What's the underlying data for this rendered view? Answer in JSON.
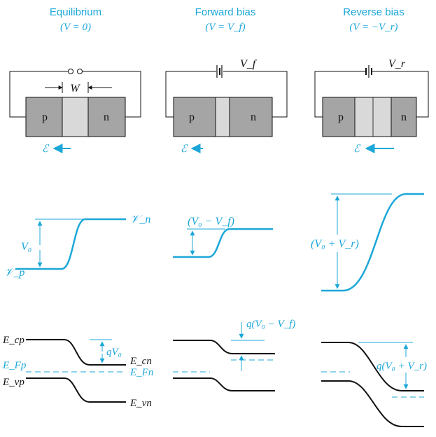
{
  "colors": {
    "accent": "#1ca7d8",
    "block": "#a5a5a5",
    "depletion": "#d9d9d9",
    "ink": "#111111"
  },
  "columns": [
    {
      "title": "Equilibrium",
      "condition": "(V = 0)"
    },
    {
      "title": "Forward bias",
      "condition": "(V = V_f)"
    },
    {
      "title": "Reverse bias",
      "condition": "(V = −V_r)"
    }
  ],
  "junction": {
    "p_label": "p",
    "n_label": "n",
    "width_label": "W",
    "field_label": "ℰ",
    "forward_source_label": "V_f",
    "reverse_source_label": "V_r"
  },
  "potential": {
    "vn_label": "𝒱_n",
    "vp_label": "𝒱_p",
    "eq_barrier": "V₀",
    "fwd_barrier": "(V₀ − V_f)",
    "rev_barrier": "(V₀ + V_r)"
  },
  "bands": {
    "ecp": "E_cp",
    "efp": "E_Fp",
    "evp": "E_vp",
    "ecn": "E_cn",
    "efn": "E_Fn",
    "evn": "E_vn",
    "eq_step": "qV₀",
    "fwd_step": "q(V₀ − V_f)",
    "rev_step": "q(V₀ + V_r)"
  }
}
